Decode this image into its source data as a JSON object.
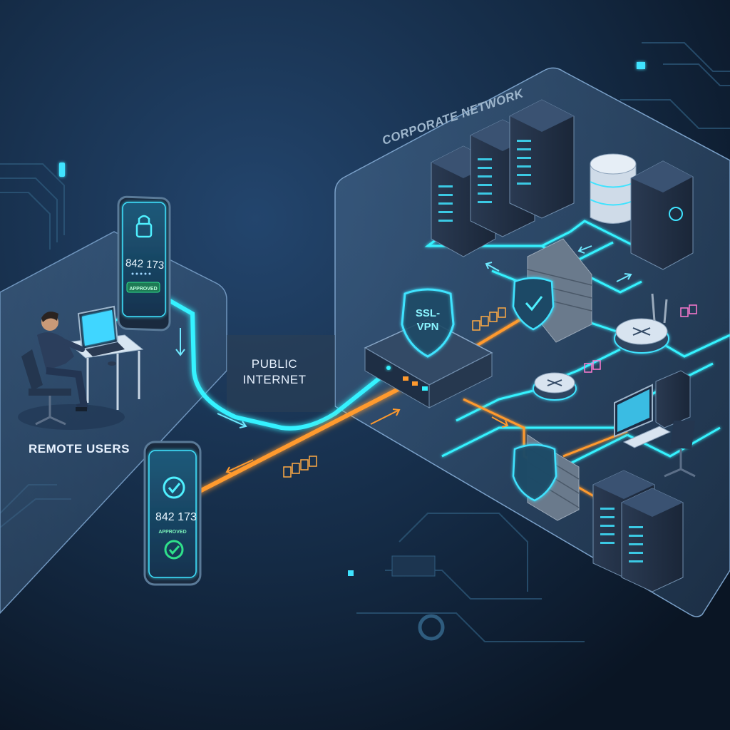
{
  "zones": {
    "remote": {
      "label": "REMOTE USERS"
    },
    "corporate": {
      "label": "CORPORATE NETWORK"
    },
    "internet": {
      "line1": "PUBLIC",
      "line2": "INTERNET"
    }
  },
  "devices": {
    "phone_top": {
      "code": "842 173",
      "status": "APPROVED"
    },
    "phone_bottom": {
      "code": "842 173",
      "status": "APPROVED"
    },
    "vpn_shield": {
      "line1": "SSL-",
      "line2": "VPN"
    }
  },
  "colors": {
    "background": "#0c1a2b",
    "cyan_link": "#35f2ff",
    "orange_link": "#ff9a2e",
    "zone_fill": "#3b5878",
    "approved_green": "#2fe08a",
    "device_glow": "#3fe3ff"
  }
}
